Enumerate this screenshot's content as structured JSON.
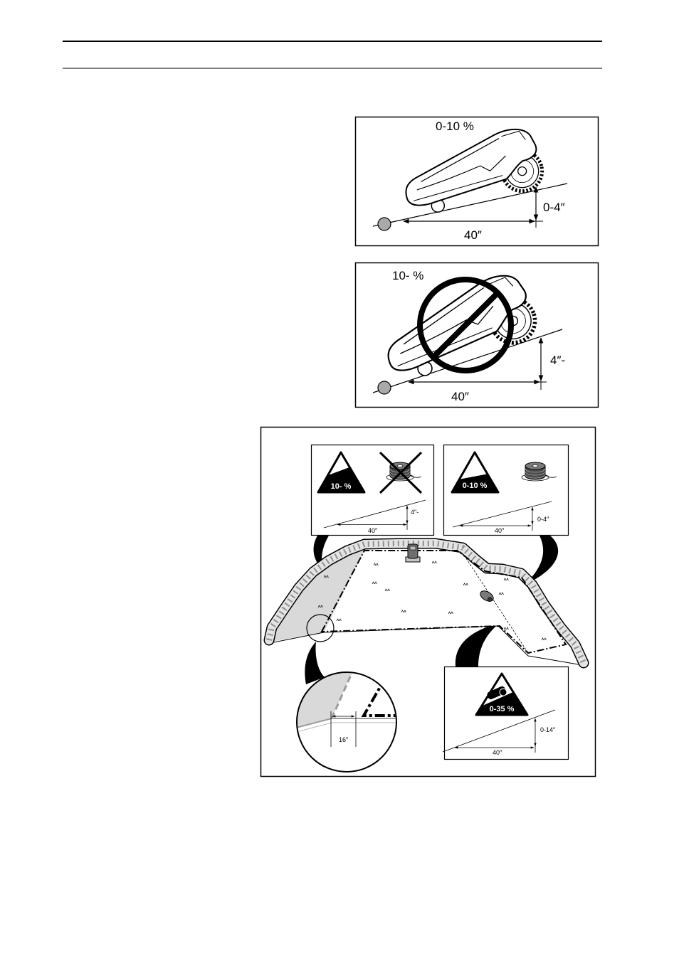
{
  "figures": {
    "slope_ok": {
      "grade": "0-10 %",
      "rise": "0-4″",
      "run": "40″"
    },
    "slope_bad": {
      "grade": "10- %",
      "rise": "4″-",
      "run": "40″"
    },
    "garden": {
      "panel_steep": {
        "grade": "10- %",
        "rise": "4″-",
        "run": "40″"
      },
      "panel_ok": {
        "grade": "0-10 %",
        "rise": "0-4″",
        "run": "40″"
      },
      "panel_inner": {
        "grade": "0-35 %",
        "rise": "0-14″",
        "run": "40″"
      },
      "zoom": {
        "distance": "16″"
      }
    }
  },
  "colors": {
    "ink": "#000000",
    "marker_fill": "#a9a9a9",
    "slope_shade": "#d9d9d9",
    "rock": "#e4e4e4"
  }
}
